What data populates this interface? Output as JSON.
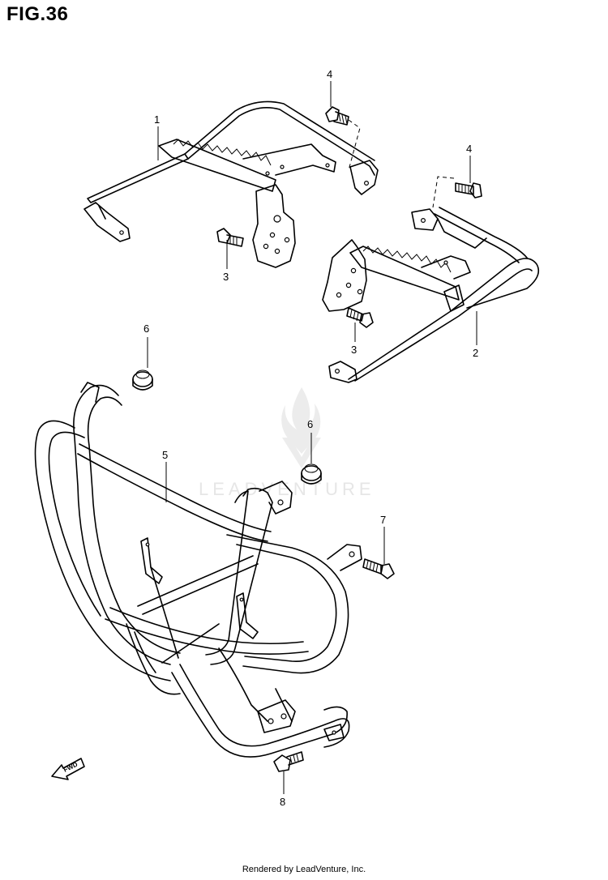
{
  "figure": {
    "title": "FIG.36"
  },
  "callouts": {
    "c1": "1",
    "c2": "2",
    "c3a": "3",
    "c3b": "3",
    "c4a": "4",
    "c4b": "4",
    "c5": "5",
    "c6a": "6",
    "c6b": "6",
    "c7": "7",
    "c8": "8"
  },
  "watermark": {
    "text": "LEADVENTURE"
  },
  "direction": {
    "label": "FWD"
  },
  "footer": {
    "text": "Rendered by LeadVenture, Inc."
  }
}
